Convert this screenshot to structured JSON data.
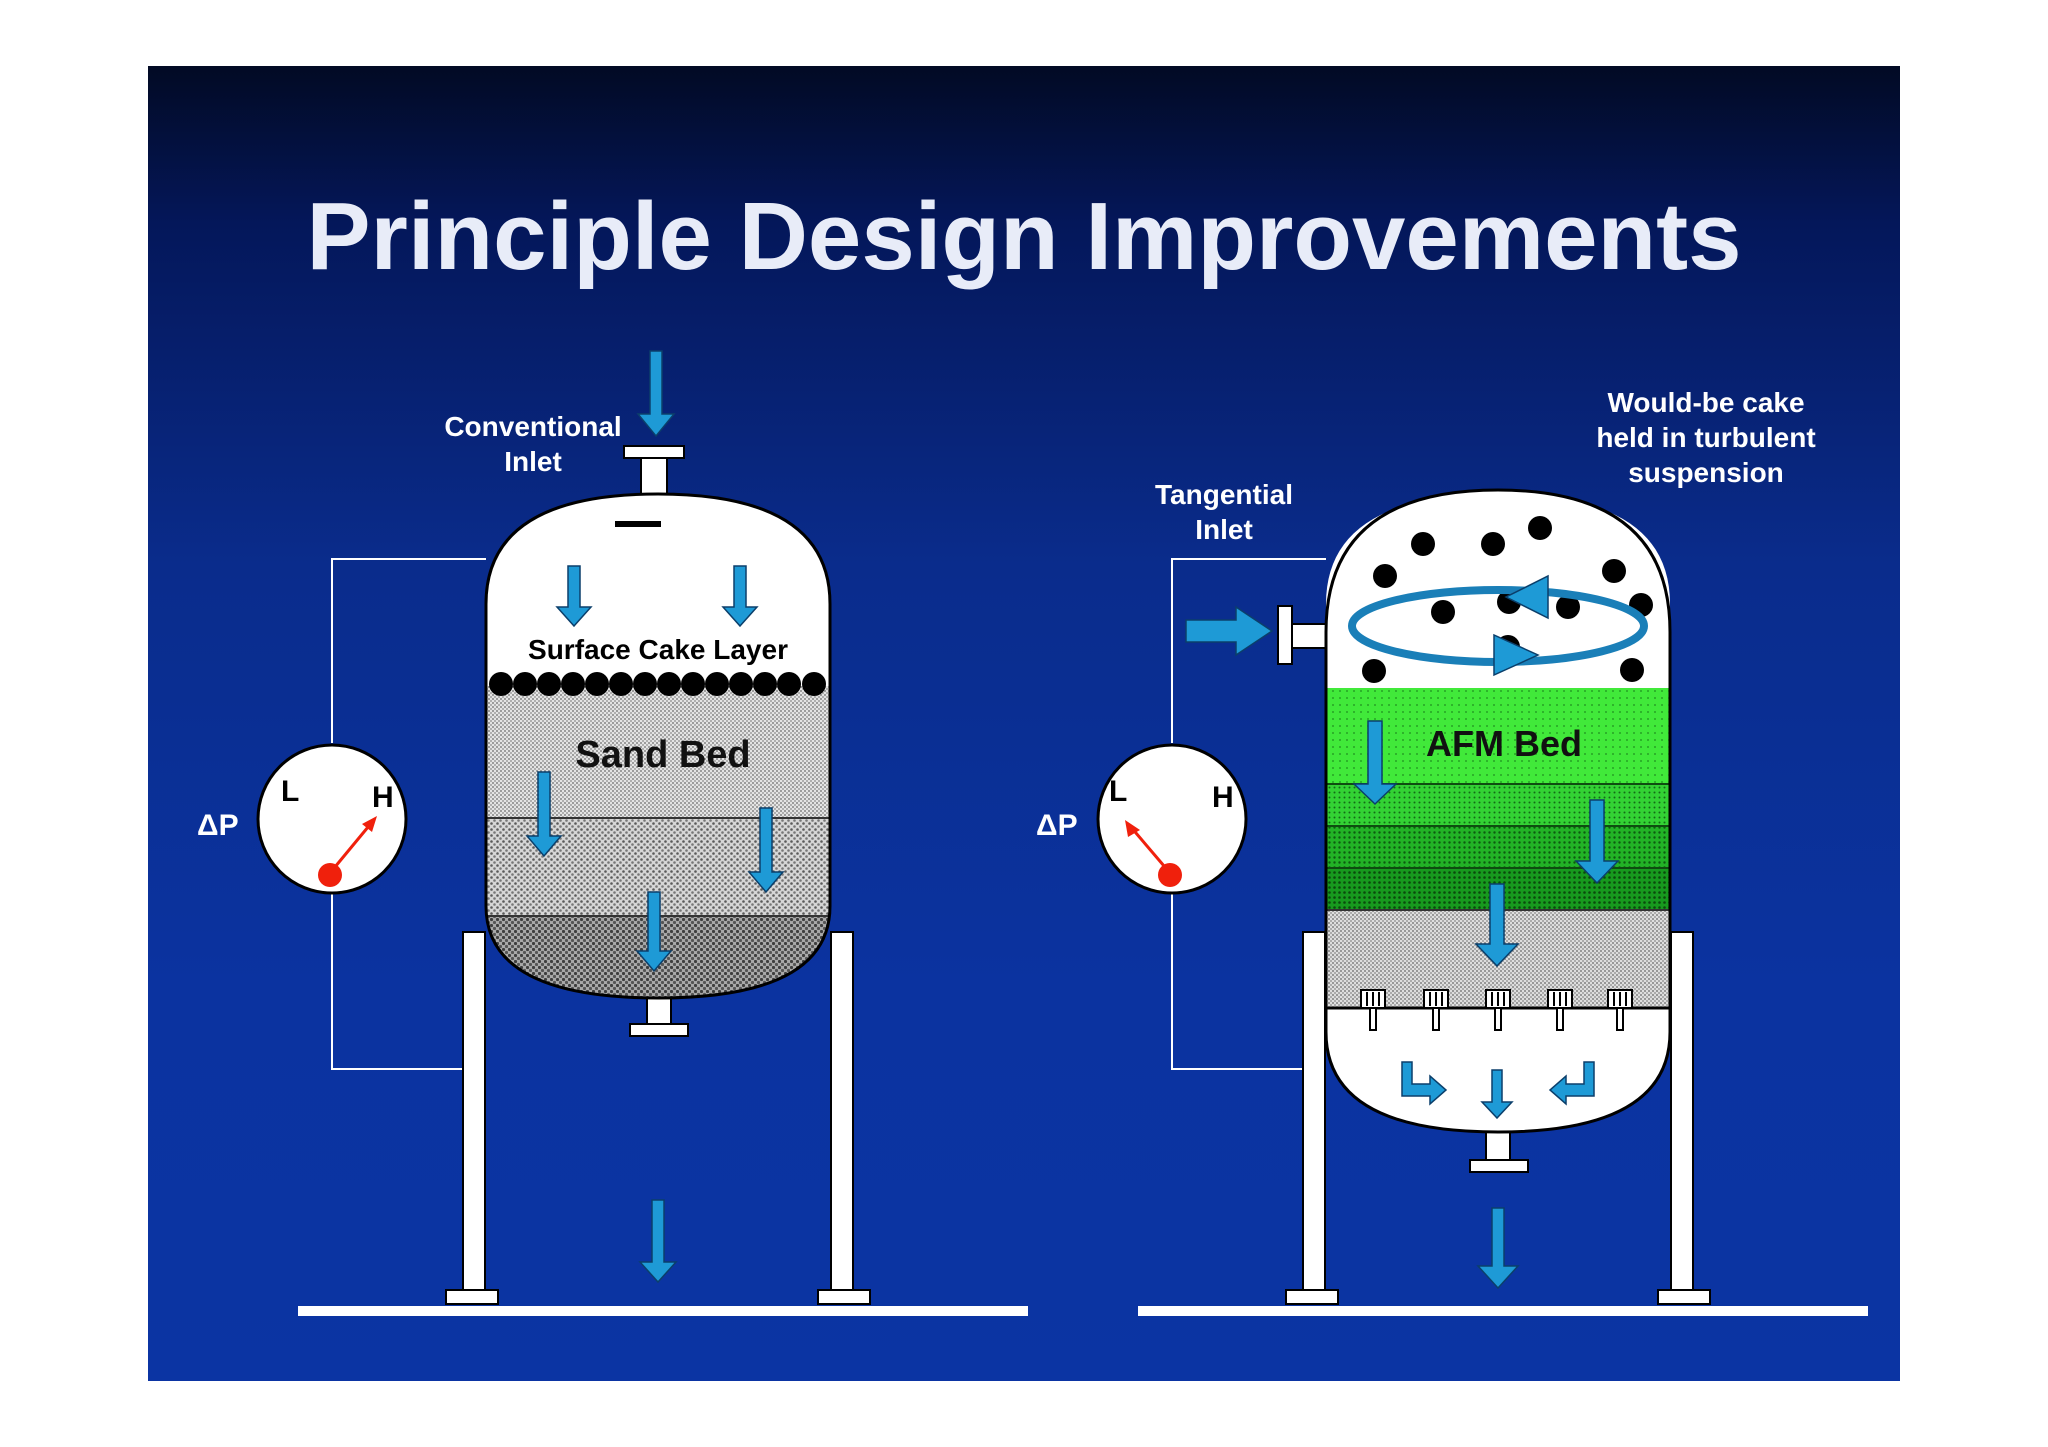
{
  "title": "Principle Design Improvements",
  "left_filter": {
    "inlet_label_line1": "Conventional",
    "inlet_label_line2": "Inlet",
    "cake_label": "Surface Cake Layer",
    "bed_label": "Sand Bed",
    "gauge": {
      "dp_label": "ΔP",
      "low_label": "L",
      "high_label": "H",
      "needle_side": "H"
    }
  },
  "right_filter": {
    "inlet_label_line1": "Tangential",
    "inlet_label_line2": "Inlet",
    "note_line1": "Would-be cake",
    "note_line2": "held in turbulent",
    "note_line3": "suspension",
    "bed_label": "AFM Bed",
    "gauge": {
      "dp_label": "ΔP",
      "low_label": "L",
      "high_label": "H",
      "needle_side": "L"
    }
  },
  "colors": {
    "arrow_blue": "#1e9ad6",
    "afm_green_light": "#41e93a",
    "afm_green_mid": "#26c22a",
    "afm_green_dark": "#169a1f",
    "needle_red": "#f0200c",
    "vessel_white": "#ffffff"
  }
}
